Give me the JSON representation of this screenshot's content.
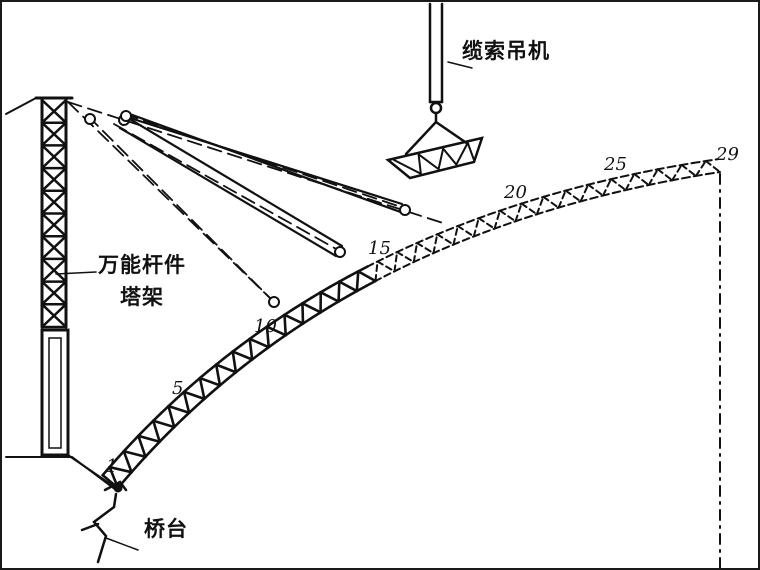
{
  "labels": {
    "cable_crane": "缆索吊机",
    "tower_line1": "万能杆件",
    "tower_line2": "塔架",
    "abutment": "桥台"
  },
  "segment_numbers": [
    "1",
    "5",
    "10",
    "15",
    "20",
    "25",
    "29"
  ],
  "colors": {
    "ink": "#111111",
    "background": "#ffffff"
  }
}
